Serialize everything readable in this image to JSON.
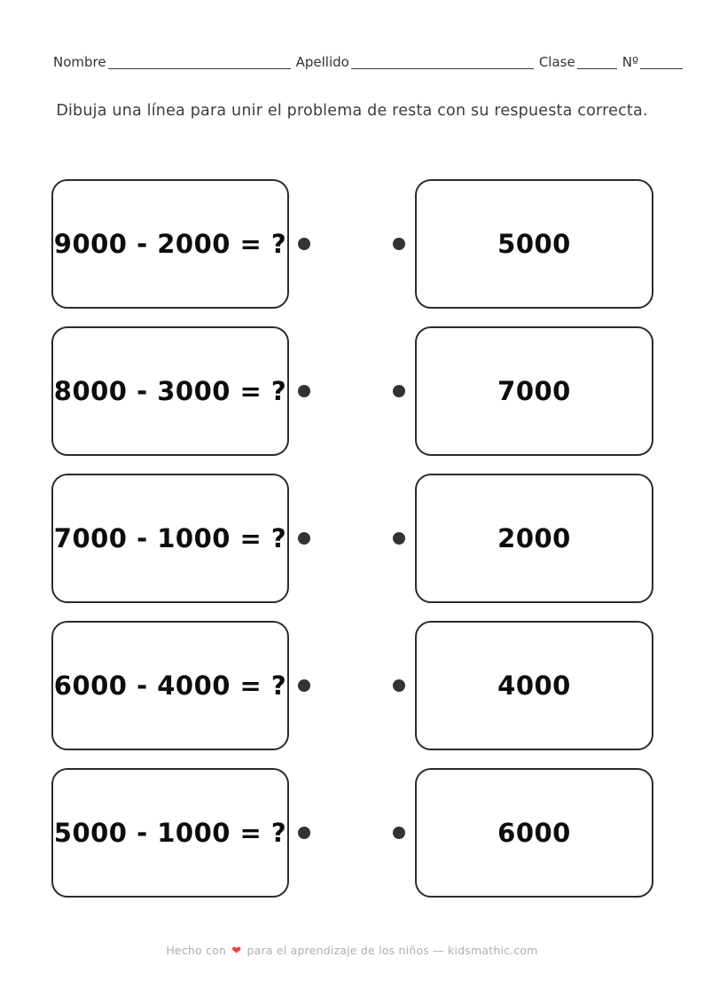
{
  "header": {
    "fields": [
      {
        "id": "nombre",
        "label": "Nombre"
      },
      {
        "id": "apellido",
        "label": "Apellido"
      },
      {
        "id": "clase",
        "label": "Clase"
      },
      {
        "id": "numero",
        "label": "Nº"
      }
    ]
  },
  "instructions": "Dibuja una línea para unir el problema de resta con su respuesta correcta.",
  "matching": {
    "rows": [
      {
        "problem": "9000 - 2000 = ?",
        "answer": "5000"
      },
      {
        "problem": "8000 - 3000 = ?",
        "answer": "7000"
      },
      {
        "problem": "7000 - 1000 = ?",
        "answer": "2000"
      },
      {
        "problem": "6000 - 4000 = ?",
        "answer": "4000"
      },
      {
        "problem": "5000 - 1000 = ?",
        "answer": "6000"
      }
    ]
  },
  "footer": {
    "text_before_heart": "Hecho con",
    "heart_icon": "❤",
    "text_after_heart": "para el aprendizaje de los niños — kidsmathic.com"
  },
  "colors": {
    "card_border": "#2b2b2b",
    "connector_dot": "#333333",
    "footer_text": "#aeaeae",
    "heart": "#e8403f"
  }
}
